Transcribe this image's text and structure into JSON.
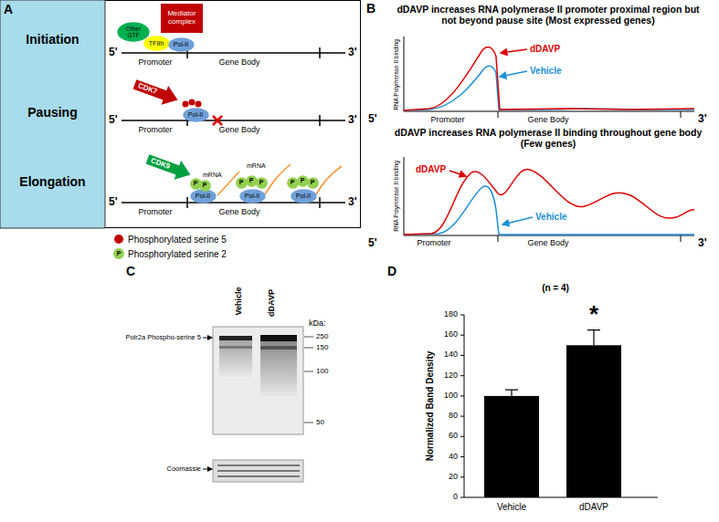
{
  "diagram": {
    "nodes": [
      {
        "text": [
          "Initiation",
          "Pausing",
          "Elongation"
        ]
      },
      {
        "text": [
          "Mediator complex"
        ]
      },
      {
        "text": [
          "Other GTF"
        ]
      },
      {
        "text": [
          "TFIIh"
        ]
      },
      {
        "text": [
          "Pol-II"
        ]
      },
      {
        "text": [
          "CDK7"
        ]
      },
      {
        "text": [
          "Pol-II"
        ]
      },
      {
        "text": [
          "CDK9"
        ]
      },
      {
        "text": [
          "Pol-II"
        ]
      },
      {
        "text": [
          "Pol-II"
        ]
      },
      {
        "text": [
          "Pol-II"
        ]
      },
      {
        "text": [
          "P"
        ]
      },
      {
        "text": [
          "P"
        ]
      },
      {
        "text": [
          "P"
        ]
      },
      {
        "text": [
          "P"
        ]
      },
      {
        "text": [
          "P"
        ]
      },
      {
        "text": [
          "P"
        ]
      },
      {
        "text": [
          "P"
        ]
      },
      {
        "text": [
          "P"
        ]
      }
    ],
    "labels": [
      "A",
      "5'",
      "3'",
      "Promoter",
      "Gene Body",
      "5'",
      "3'",
      "Promoter",
      "Gene Body",
      "5'",
      "3'",
      "Promoter",
      "Gene Body",
      "mRNA",
      "mRNA",
      "P",
      "B",
      "dDAVP increases RNA polymerase II  promoter proximal region but not beyond pause site (Most expressed genes)",
      "RNA Polymerase II binding",
      "dDAVP",
      "Vehicle",
      "5'",
      "3'",
      "Promoter",
      "Gene Body",
      "dDAVP increases RNA polymerase II binding throughout gene body (Few genes)",
      "RNA Polymerase II binding",
      "dDAVP",
      "Vehicle",
      "5'",
      "3'",
      "Promoter",
      "Gene Body",
      "C",
      "Vehicle",
      "dDAVP",
      "kDa:",
      "250",
      "150",
      "100",
      "50",
      "Polr2a Phospho-serine 5",
      "Coomassie",
      "D",
      "(n = 4)",
      "Normalized Band Density",
      "180",
      "160",
      "140",
      "120",
      "100",
      "80",
      "60",
      "40",
      "20",
      "0",
      "Vehicle",
      "dDAVP",
      "*"
    ],
    "legend": [
      {
        "text": "Phosphorylated serine 5",
        "color": "#c00000"
      },
      {
        "text": "Phosphorylated serine 2",
        "color": "#92d050"
      }
    ]
  }
}
